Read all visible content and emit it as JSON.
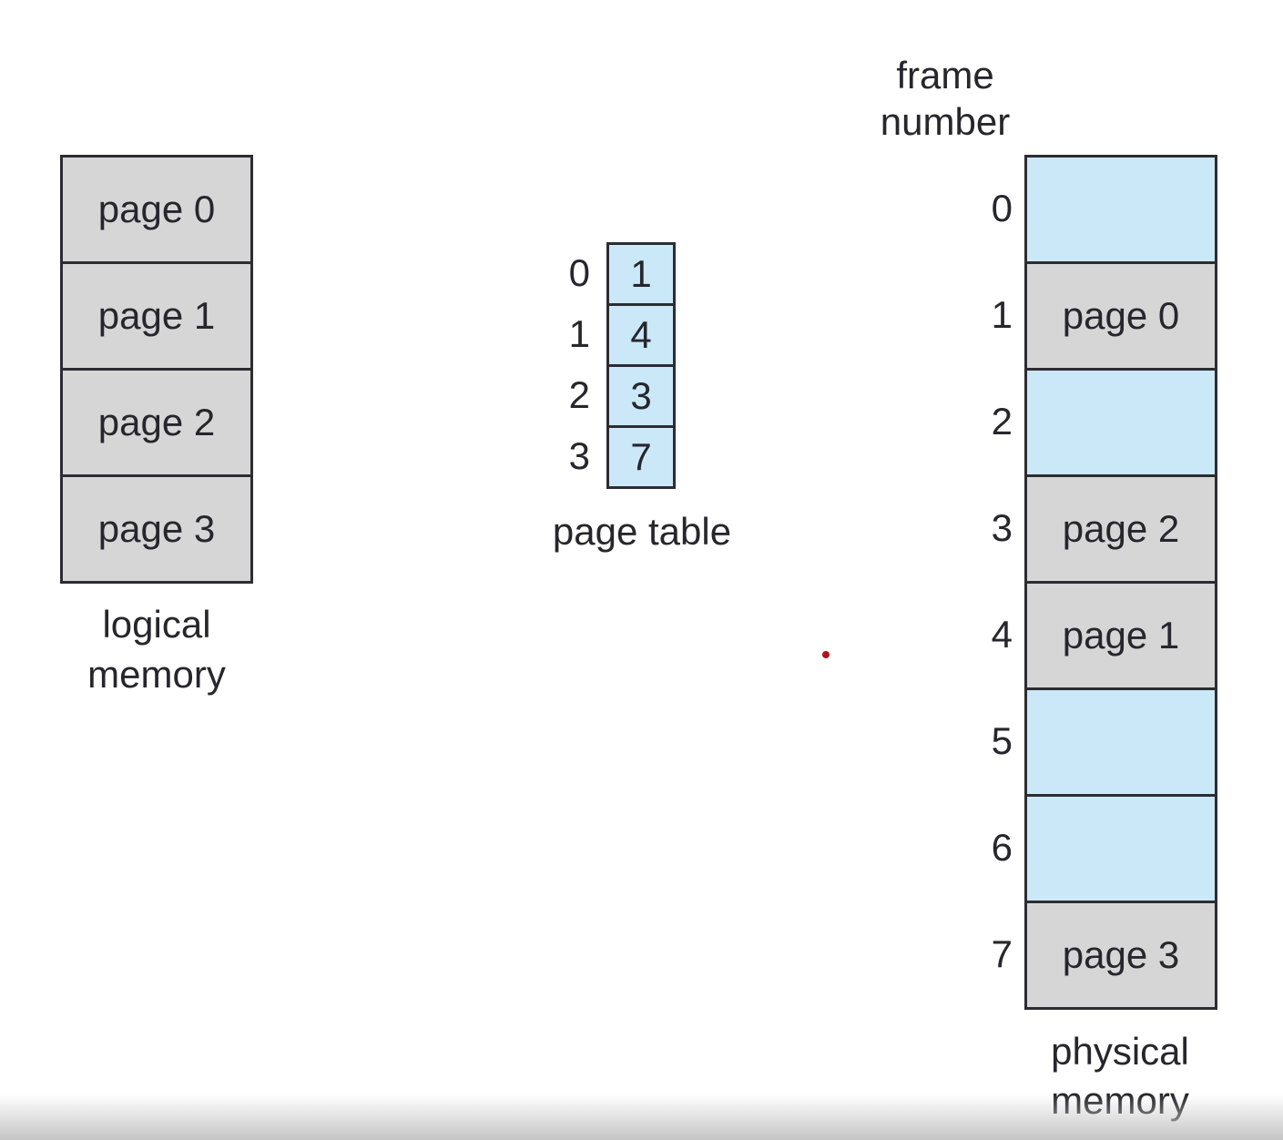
{
  "colors": {
    "cell_gray": "#d6d6d7",
    "cell_blue": "#cae8f8",
    "border": "#2c2c32",
    "text": "#26262c",
    "red_dot": "#b11218",
    "bottom_fade": "#c5c5c5"
  },
  "logical_memory": {
    "cells": [
      "page 0",
      "page 1",
      "page 2",
      "page 3"
    ],
    "caption_lines": [
      "logical",
      "memory"
    ]
  },
  "page_table": {
    "caption": "page table",
    "indices": [
      "0",
      "1",
      "2",
      "3"
    ],
    "values": [
      "1",
      "4",
      "3",
      "7"
    ]
  },
  "physical_memory": {
    "header_lines": [
      "frame",
      "number"
    ],
    "caption_lines": [
      "physical",
      "memory"
    ],
    "frame_numbers": [
      "0",
      "1",
      "2",
      "3",
      "4",
      "5",
      "6",
      "7"
    ],
    "frames": [
      {
        "number": "0",
        "label": "",
        "state": "free"
      },
      {
        "number": "1",
        "label": "page 0",
        "state": "allocated"
      },
      {
        "number": "2",
        "label": "",
        "state": "free"
      },
      {
        "number": "3",
        "label": "page 2",
        "state": "allocated"
      },
      {
        "number": "4",
        "label": "page 1",
        "state": "allocated"
      },
      {
        "number": "5",
        "label": "",
        "state": "free"
      },
      {
        "number": "6",
        "label": "",
        "state": "free"
      },
      {
        "number": "7",
        "label": "page 3",
        "state": "allocated"
      }
    ]
  }
}
